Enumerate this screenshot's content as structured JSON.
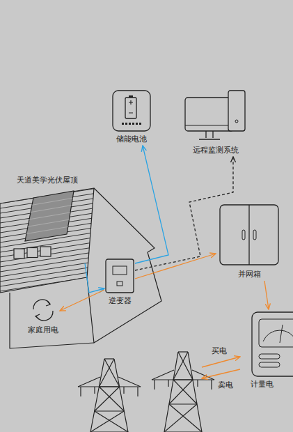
{
  "diagram": {
    "nodes": [
      {
        "text": [
          "天道美学光伏屋顶"
        ]
      },
      {
        "text": [
          "储能电池"
        ]
      },
      {
        "text": [
          "远程监测系统"
        ]
      },
      {
        "text": [
          "并网箱"
        ]
      },
      {
        "text": [
          "逆变器"
        ]
      },
      {
        "text": [
          "家庭用电"
        ]
      },
      {
        "text": [
          "计量电"
        ]
      }
    ],
    "edges": [
      {
        "from": 0,
        "to": 4,
        "arrow": "to"
      },
      {
        "from": 4,
        "to": 1,
        "arrow": "to"
      },
      {
        "from": 4,
        "to": 2,
        "arrow": "to"
      },
      {
        "from": 4,
        "to": 3,
        "arrow": "to"
      },
      {
        "from": 4,
        "to": 5,
        "arrow": "to"
      },
      {
        "from": 3,
        "to": 6,
        "arrow": "to"
      }
    ],
    "labels": [
      "买电",
      "卖电"
    ]
  }
}
